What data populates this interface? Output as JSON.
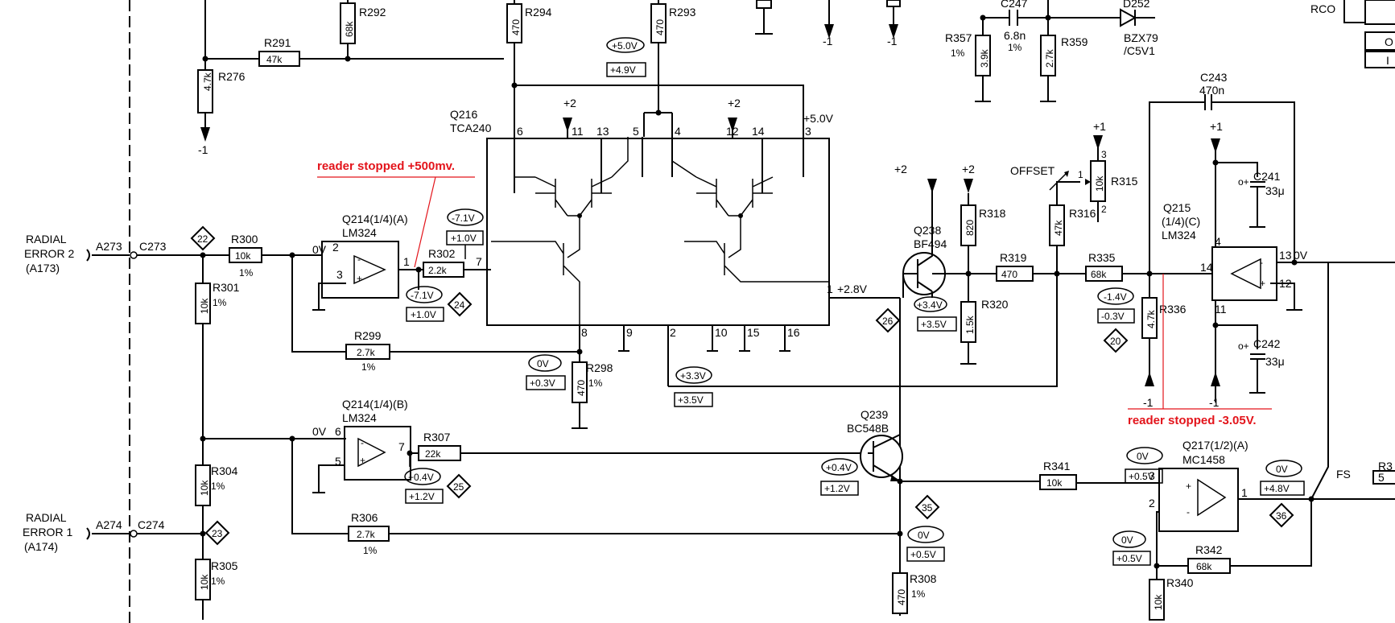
{
  "annotations": {
    "note_top": "reader stopped +500mv.",
    "note_right": "reader stopped -3.05V.",
    "color": "#e3141b"
  },
  "inputs": [
    {
      "line1": "RADIAL",
      "line2": "ERROR 2",
      "line3": "(A173)",
      "pin": "A273",
      "cap": "C273"
    },
    {
      "line1": "RADIAL",
      "line2": "ERROR 1",
      "line3": "(A174)",
      "pin": "A274",
      "cap": "C274"
    }
  ],
  "components": {
    "R276": {
      "ref": "R276",
      "val": "4.7k"
    },
    "R291": {
      "ref": "R291",
      "val": "47k"
    },
    "R292": {
      "ref": "R292",
      "val": "68k"
    },
    "R293": {
      "ref": "R293",
      "val": "470"
    },
    "R294": {
      "ref": "R294",
      "val": "470"
    },
    "R298": {
      "ref": "R298",
      "val": "470",
      "tol": "1%"
    },
    "R299": {
      "ref": "R299",
      "val": "2.7k",
      "tol": "1%"
    },
    "R300": {
      "ref": "R300",
      "val": "10k",
      "tol": "1%"
    },
    "R301": {
      "ref": "R301",
      "val": "10k",
      "tol": "1%"
    },
    "R302": {
      "ref": "R302",
      "val": "2.2k"
    },
    "R304": {
      "ref": "R304",
      "val": "10k",
      "tol": "1%"
    },
    "R305": {
      "ref": "R305",
      "val": "10k",
      "tol": "1%"
    },
    "R306": {
      "ref": "R306",
      "val": "2.7k",
      "tol": "1%"
    },
    "R307": {
      "ref": "R307",
      "val": "22k"
    },
    "R308": {
      "ref": "R308",
      "val": "470",
      "tol": "1%"
    },
    "R315": {
      "ref": "R315",
      "val": "10k"
    },
    "R316": {
      "ref": "R316",
      "val": "47k"
    },
    "R318": {
      "ref": "R318",
      "val": "820"
    },
    "R319": {
      "ref": "R319",
      "val": "470"
    },
    "R320": {
      "ref": "R320",
      "val": "1.5k"
    },
    "R335": {
      "ref": "R335",
      "val": "68k"
    },
    "R336": {
      "ref": "R336",
      "val": "4.7k"
    },
    "R340": {
      "ref": "R340",
      "val": "10k"
    },
    "R341": {
      "ref": "R341",
      "val": "10k"
    },
    "R342": {
      "ref": "R342",
      "val": "68k"
    },
    "R357": {
      "ref": "R357",
      "val": "3.9k",
      "tol": "1%"
    },
    "R359": {
      "ref": "R359",
      "val": "2.7k"
    },
    "C241": {
      "ref": "C241",
      "val": "33μ"
    },
    "C242": {
      "ref": "C242",
      "val": "33μ"
    },
    "C243": {
      "ref": "C243",
      "val": "470n"
    },
    "C247": {
      "ref": "C247",
      "val": "6.8n",
      "tol": "1%"
    },
    "D252": {
      "ref": "D252",
      "val1": "BZX79",
      "val2": "/C5V1"
    },
    "Q214A": {
      "ref": "Q214(1/4)(A)",
      "type": "LM324"
    },
    "Q214B": {
      "ref": "Q214(1/4)(B)",
      "type": "LM324"
    },
    "Q215": {
      "ref": "Q215",
      "part": "(1/4)(C)",
      "type": "LM324"
    },
    "Q216": {
      "ref": "Q216",
      "type": "TCA240"
    },
    "Q217": {
      "ref": "Q217(1/2)(A)",
      "type": "MC1458"
    },
    "Q238": {
      "ref": "Q238",
      "type": "BF494"
    },
    "Q239": {
      "ref": "Q239",
      "type": "BC548B"
    }
  },
  "rails": {
    "plus2": "+2",
    "plus1": "+1",
    "minus1": "-1",
    "plus5": "+5.0V"
  },
  "labels": {
    "offset": "OFFSET",
    "fs": "FS",
    "rco": "RCO",
    "ov": "0V",
    "ov2": "0V",
    "ov3": "0V",
    "v28": "+2.8V"
  },
  "pins": {
    "q216": [
      "6",
      "11",
      "13",
      "5",
      "4",
      "12",
      "14",
      "3",
      "8",
      "9",
      "2",
      "10",
      "15",
      "16",
      "7",
      "1"
    ],
    "q214a": [
      "2",
      "3",
      "1"
    ],
    "q214b": [
      "6",
      "5",
      "7"
    ],
    "q215": [
      "4",
      "13",
      "12",
      "14",
      "11"
    ],
    "q217": [
      "3",
      "2",
      "1"
    ],
    "pot": [
      "3",
      "1",
      "2"
    ]
  },
  "test_points": [
    "22",
    "23",
    "24",
    "25",
    "26",
    "20",
    "35",
    "36"
  ],
  "voltages": {
    "r293_a": "+5.0V",
    "r293_b": "+4.9V",
    "q214a_a": "-7.1V",
    "q214a_b": "+1.0V",
    "q214a_out_a": "-7.1V",
    "q214a_out_b": "+1.0V",
    "n8_a": "0V",
    "n8_b": "+0.3V",
    "n2_a": "+3.3V",
    "n2_b": "+3.5V",
    "q238e_a": "+3.4V",
    "q238e_b": "+3.5V",
    "q215_a": "-1.4V",
    "q215_b": "-0.3V",
    "q214b_a": "+0.4V",
    "q214b_b": "+1.2V",
    "q239b_a": "+0.4V",
    "q239b_b": "+1.2V",
    "q239e_a": "0V",
    "q239e_b": "+0.5V",
    "q217in_a": "0V",
    "q217in_b": "+0.5V",
    "q217out_a": "0V",
    "q217out_b": "+4.8V",
    "q217n2_a": "0V",
    "q217n2_b": "+0.5V"
  }
}
